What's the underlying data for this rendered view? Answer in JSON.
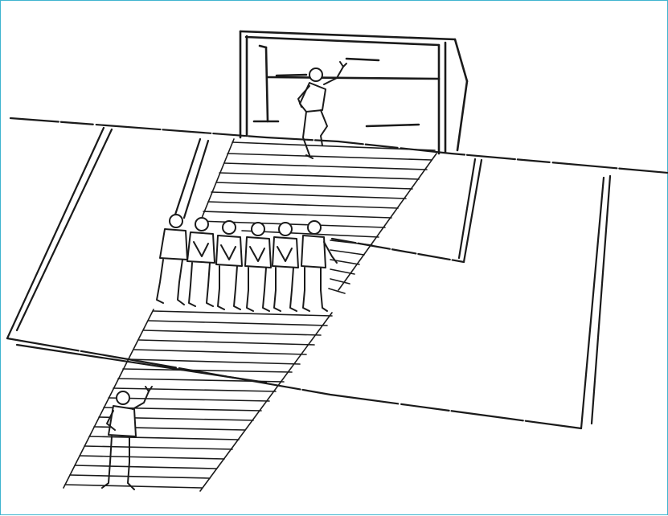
{
  "figure": {
    "frame_color": "#3fb4cf",
    "ink_color": "#1a1a1a",
    "background": "#ffffff",
    "wall_players": 6,
    "players": {
      "goalkeeper": "goalkeeper-figure",
      "kicker": "kicker-figure",
      "wall": "defensive-wall"
    },
    "shaded_region": "shot-corridor-hatching"
  }
}
